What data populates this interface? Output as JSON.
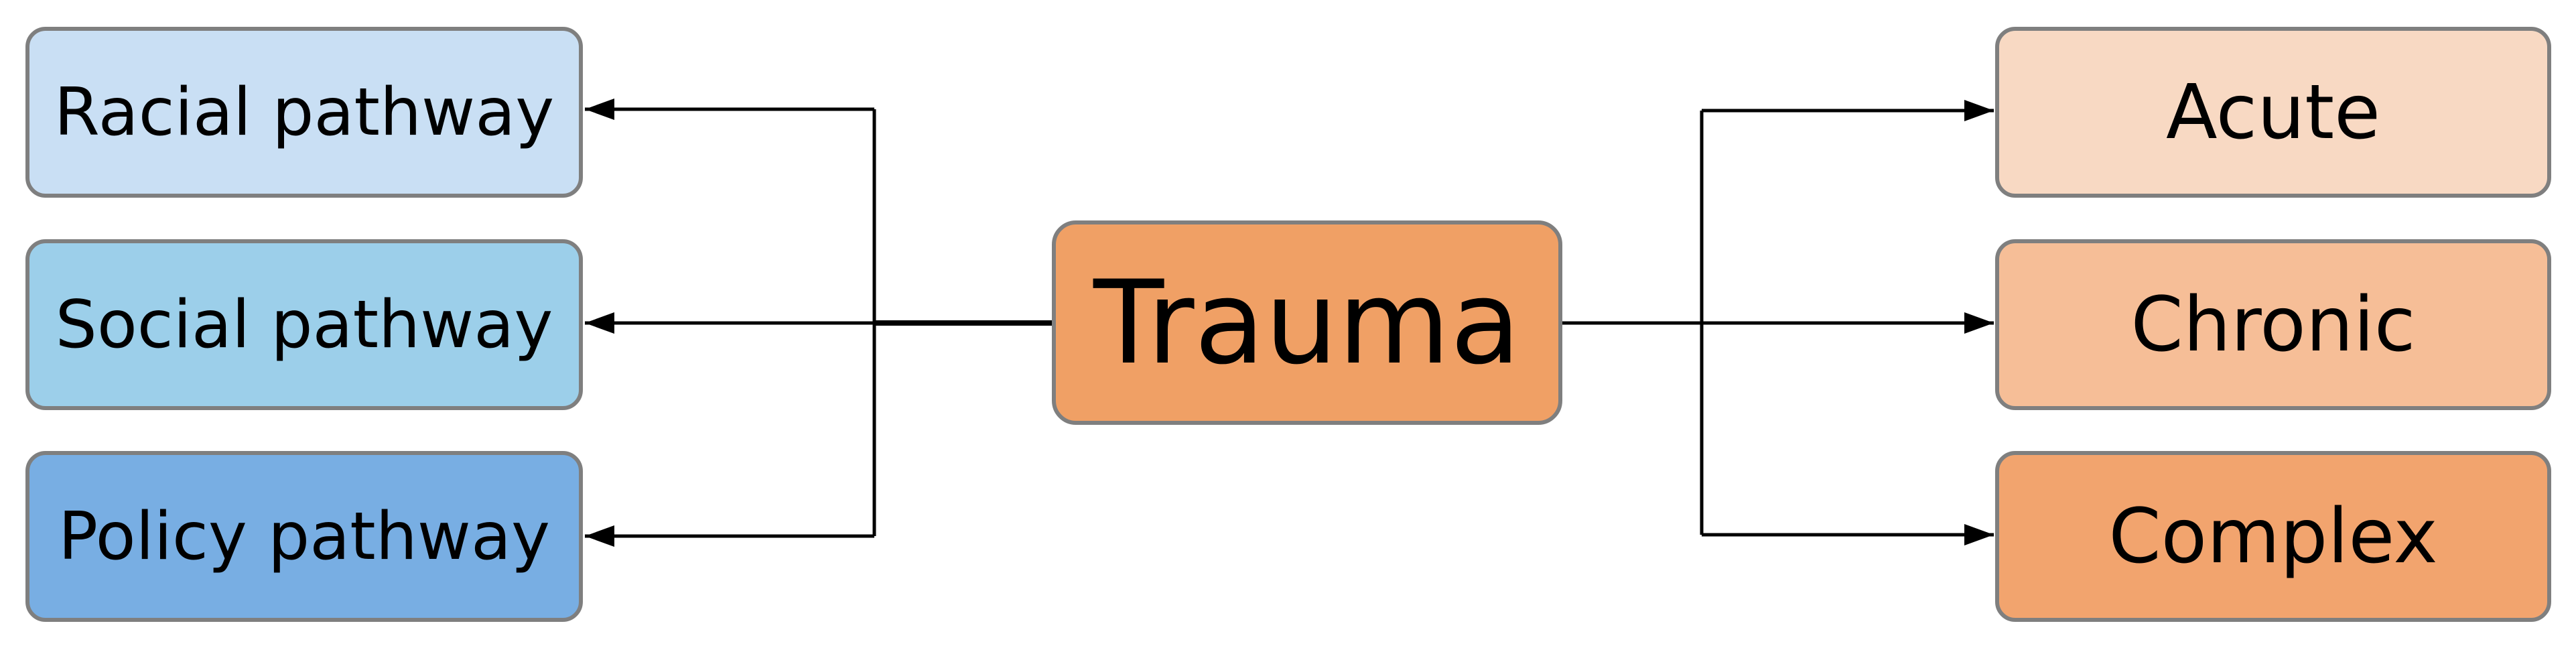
{
  "diagram": {
    "center": {
      "label": "Trauma",
      "color": "#f0a065"
    },
    "left_nodes": [
      {
        "label": "Racial pathway",
        "color": "#c9dff4"
      },
      {
        "label": "Social pathway",
        "color": "#9ccfea"
      },
      {
        "label": "Policy pathway",
        "color": "#78aee3"
      }
    ],
    "right_nodes": [
      {
        "label": "Acute",
        "color": "#f8d9c3"
      },
      {
        "label": "Chronic",
        "color": "#f6be97"
      },
      {
        "label": "Complex",
        "color": "#f2a46e"
      }
    ],
    "border_color": "#7f7f7f",
    "connector_color": "#000000"
  }
}
